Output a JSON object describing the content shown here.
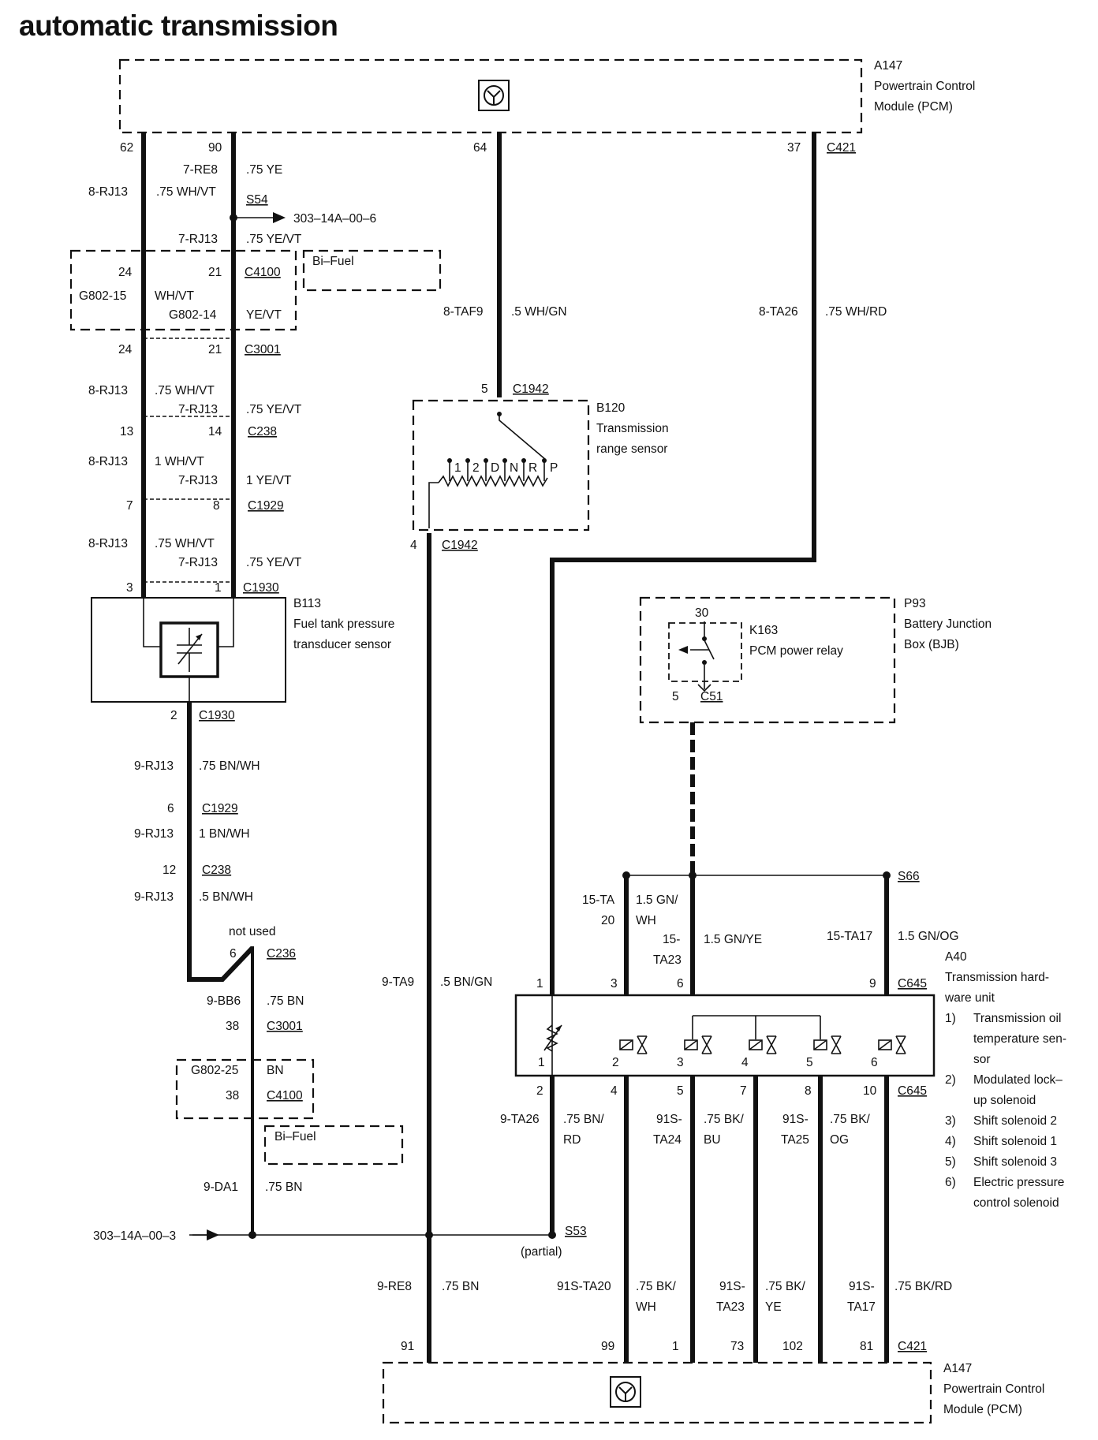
{
  "title": "automatic transmission",
  "components": {
    "pcm_top": {
      "id": "A147",
      "name_line1": "Powertrain Control",
      "name_line2": "Module (PCM)"
    },
    "pcm_bottom": {
      "id": "A147",
      "name_line1": "Powertrain Control",
      "name_line2": "Module (PCM)"
    },
    "bifuel_top": "Bi–Fuel",
    "bifuel_bottom": "Bi–Fuel",
    "b120": {
      "id": "B120",
      "line1": "Transmission",
      "line2": "range sensor",
      "positions": [
        "1",
        "2",
        "D",
        "N",
        "R",
        "P"
      ]
    },
    "b113": {
      "id": "B113",
      "line1": "Fuel tank pressure",
      "line2": "transducer sensor"
    },
    "p93": {
      "id": "P93",
      "line1": "Battery Junction",
      "line2": "Box (BJB)"
    },
    "k163": {
      "id": "K163",
      "line1": "PCM power relay",
      "pin_top": "30",
      "pin_bottom": "5"
    },
    "a40": {
      "id": "A40",
      "line1": "Transmission hard-",
      "line2": "ware unit",
      "legend": [
        {
          "num": "1)",
          "lines": [
            "Transmission oil",
            "temperature sen-",
            "sor"
          ]
        },
        {
          "num": "2)",
          "lines": [
            "Modulated lock–",
            "up solenoid"
          ]
        },
        {
          "num": "3)",
          "lines": [
            "Shift solenoid 2"
          ]
        },
        {
          "num": "4)",
          "lines": [
            "Shift solenoid 1"
          ]
        },
        {
          "num": "5)",
          "lines": [
            "Shift solenoid 3"
          ]
        },
        {
          "num": "6)",
          "lines": [
            "Electric pressure",
            "control solenoid"
          ]
        }
      ],
      "inner_numbers": [
        "1",
        "2",
        "3",
        "4",
        "5",
        "6"
      ]
    }
  },
  "connectors": {
    "c421": "C421",
    "c4100": "C4100",
    "c3001": "C3001",
    "c238": "C238",
    "c1929": "C1929",
    "c1930": "C1930",
    "c1942": "C1942",
    "c51": "C51",
    "c645": "C645",
    "c236": "C236",
    "s54": "S54",
    "s66": "S66",
    "s53": "S53",
    "s53_note": "(partial)",
    "not_used": "not used"
  },
  "refs": {
    "ref_top": "303–14A–00–6",
    "ref_bottom": "303–14A–00–3"
  },
  "pins": {
    "pcm_top": [
      "62",
      "90",
      "64",
      "37"
    ],
    "c4100_top": [
      "24",
      "21"
    ],
    "c3001_top": [
      "24",
      "21"
    ],
    "c238_top": [
      "13",
      "14"
    ],
    "c1929_top": [
      "7",
      "8"
    ],
    "c1930_top": [
      "3",
      "1"
    ],
    "c1942": [
      "5",
      "4"
    ],
    "c1930_b": "2",
    "c1929_b": "6",
    "c238_b": "12",
    "c236": "6",
    "c3001_b": "38",
    "c4100_b": "38",
    "c645_top": [
      "1",
      "3",
      "6",
      "9"
    ],
    "c645_bottom": [
      "2",
      "4",
      "5",
      "7",
      "8",
      "10"
    ],
    "pcm_bottom": [
      "91",
      "99",
      "1",
      "73",
      "102",
      "81"
    ]
  },
  "wires": {
    "w62a": "8-RJ13",
    "w62b": ".75 WH/VT",
    "w90a": "7-RE8",
    "w90b": ".75 YE",
    "w90c": "7-RJ13",
    "w90d": ".75 YE/VT",
    "g802_15": "G802-15",
    "g802_15_color": "WH/VT",
    "g802_14": "G802-14",
    "g802_14_color": "YE/VT",
    "c3001a": "8-RJ13",
    "c3001b": ".75 WH/VT",
    "c3001c": "7-RJ13",
    "c3001d": ".75 YE/VT",
    "c238a": "8-RJ13",
    "c238b": "1 WH/VT",
    "c238c": "7-RJ13",
    "c238d": "1 YE/VT",
    "c1929a": "8-RJ13",
    "c1929b": ".75 WH/VT",
    "c1929c": "7-RJ13",
    "c1929d": ".75 YE/VT",
    "bn1a": "9-RJ13",
    "bn1b": ".75 BN/WH",
    "bn2a": "9-RJ13",
    "bn2b": "1 BN/WH",
    "bn3a": "9-RJ13",
    "bn3b": ".5 BN/WH",
    "bb6a": "9-BB6",
    "bb6b": ".75 BN",
    "g802_25": "G802-25",
    "g802_25_color": "BN",
    "da1a": "9-DA1",
    "da1b": ".75 BN",
    "taf9a": "8-TAF9",
    "taf9b": ".5 WH/GN",
    "ta26a": "8-TA26",
    "ta26b": ".75 WH/RD",
    "ta9a": "9-TA9",
    "ta9b": ".5 BN/GN",
    "ta20a": "15-TA",
    "ta20a2": "20",
    "ta20b": "1.5 GN/",
    "ta20b2": "WH",
    "ta23a": "15-",
    "ta23a2": "TA23",
    "ta23b": "1.5 GN/YE",
    "ta17a": "15-TA17",
    "ta17b": "1.5 GN/OG",
    "ta26la": "9-TA26",
    "ta26lb": ".75 BN/",
    "ta26lb2": "RD",
    "ta24a": "91S-",
    "ta24a2": "TA24",
    "ta24b": ".75 BK/",
    "ta24b2": "BU",
    "ta25a": "91S-",
    "ta25a2": "TA25",
    "ta25b": ".75 BK/",
    "ta25b2": "OG",
    "re8a": "9-RE8",
    "re8b": ".75 BN",
    "ta20ba": "91S-TA20",
    "ta20bb": ".75 BK/",
    "ta20bb2": "WH",
    "ta23ba": "91S-",
    "ta23ba2": "TA23",
    "ta23bb": ".75 BK/",
    "ta23bb2": "YE",
    "ta17ba": "91S-",
    "ta17ba2": "TA17",
    "ta17bb": ".75 BK/RD"
  }
}
